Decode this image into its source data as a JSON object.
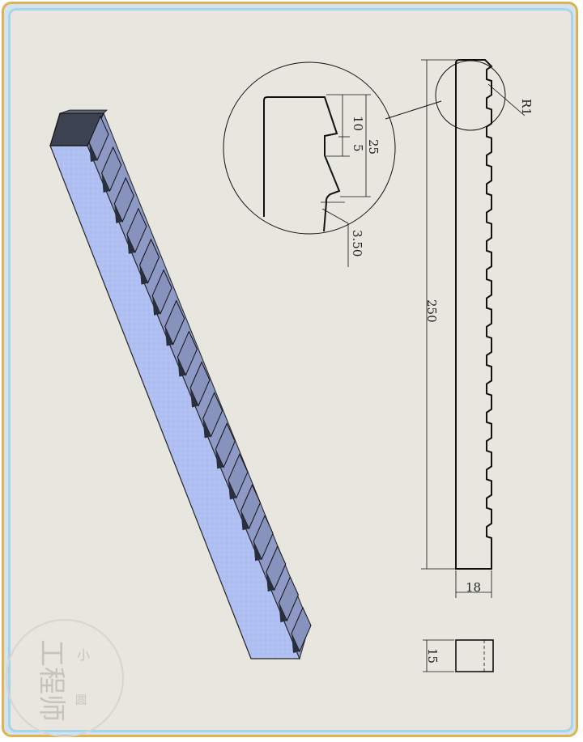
{
  "drawing": {
    "dimensions": {
      "tooth_top": "10",
      "tooth_gap": "5",
      "tooth_pitch": "25",
      "tooth_depth": "3.50",
      "fillet_radius": "R1",
      "total_length": "250",
      "width": "18",
      "thickness": "15"
    },
    "watermark": {
      "text": "工程师",
      "seal": "小",
      "stamp": "圆"
    }
  },
  "colors": {
    "frame_outer": "#e1b24e",
    "frame_inner": "#a9d3ec",
    "sheet": "#e7e6df",
    "part_face": "#b0bff2",
    "part_side": "#8893bd",
    "part_end": "#3c4252"
  }
}
